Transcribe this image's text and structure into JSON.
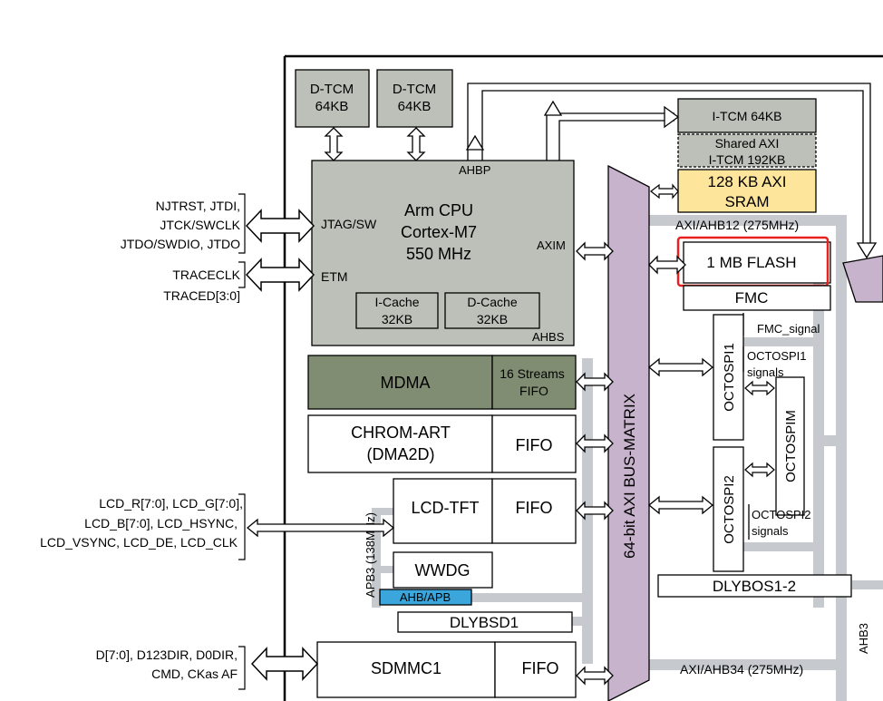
{
  "colors": {
    "block_gray": "#bcc0b8",
    "mdma_dark": "#818d72",
    "matrix_purple": "#c7b3cc",
    "sram_yellow": "#fde59c",
    "ahbapb_blue": "#3aa6dc",
    "bus_gray": "#c6cacf",
    "flash_highlight": "#e8201e"
  },
  "dtcm": [
    {
      "line1": "D-TCM",
      "line2": "64KB"
    },
    {
      "line1": "D-TCM",
      "line2": "64KB"
    }
  ],
  "cpu": {
    "ahbp": "AHBP",
    "name1": "Arm  CPU",
    "name2": "Cortex-M7",
    "freq": "550 MHz",
    "jtag": "JTAG/SW",
    "etm": "ETM",
    "axim": "AXIM",
    "ahbs": "AHBS",
    "icache": {
      "line1": "I-Cache",
      "line2": "32KB"
    },
    "dcache": {
      "line1": "D-Cache",
      "line2": "32KB"
    }
  },
  "jtag_signals": [
    "NJTRST, JTDI,",
    "JTCK/SWCLK",
    "JTDO/SWDIO, JTDO"
  ],
  "trace_signals": [
    "TRACECLK",
    "TRACED[3:0]"
  ],
  "itcm": "I-TCM 64KB",
  "shared_itcm": {
    "line1": "Shared AXI",
    "line2": "I-TCM 192KB"
  },
  "sram": {
    "line1": "128 KB AXI",
    "line2": "SRAM"
  },
  "axi_ahb12": "AXI/AHB12 (275MHz)",
  "flash": "1 MB FLASH",
  "fmc": "FMC",
  "fmc_signal": "FMC_signal",
  "octospi1": "OCTOSPI1",
  "octospi1_signals": {
    "line1": "OCTOSPI1",
    "line2": "signals"
  },
  "octospim": "OCTOSPIM",
  "octospi2": "OCTOSPI2",
  "octospi2_signals": {
    "line1": "OCTOSPI2",
    "line2": "signals"
  },
  "mdma": {
    "name": "MDMA",
    "fifo1": "16 Streams",
    "fifo2": "FIFO"
  },
  "chromart": {
    "line1": "CHROM-ART",
    "line2": "(DMA2D)",
    "fifo": "FIFO"
  },
  "lcd": {
    "name": "LCD-TFT",
    "fifo": "FIFO"
  },
  "lcd_signals": [
    "LCD_R[7:0], LCD_G[7:0],",
    "LCD_B[7:0], LCD_HSYNC,",
    "LCD_VSYNC, LCD_DE, LCD_CLK"
  ],
  "apb3": "APB3 (138MHz)",
  "wwdg": "WWDG",
  "ahb_apb": "AHB/APB",
  "dlybsd1": "DLYBSD1",
  "sdmmc": {
    "name": "SDMMC1",
    "fifo": "FIFO"
  },
  "sdmmc_signals": [
    "D[7:0], D123DIR, D0DIR,",
    "CMD, CKas AF"
  ],
  "bus_matrix": "64-bit AXI BUS-MATRIX",
  "dlybos": "DLYBOS1-2",
  "axi_ahb34": "AXI/AHB34 (275MHz)",
  "ahb3": "AHB3"
}
